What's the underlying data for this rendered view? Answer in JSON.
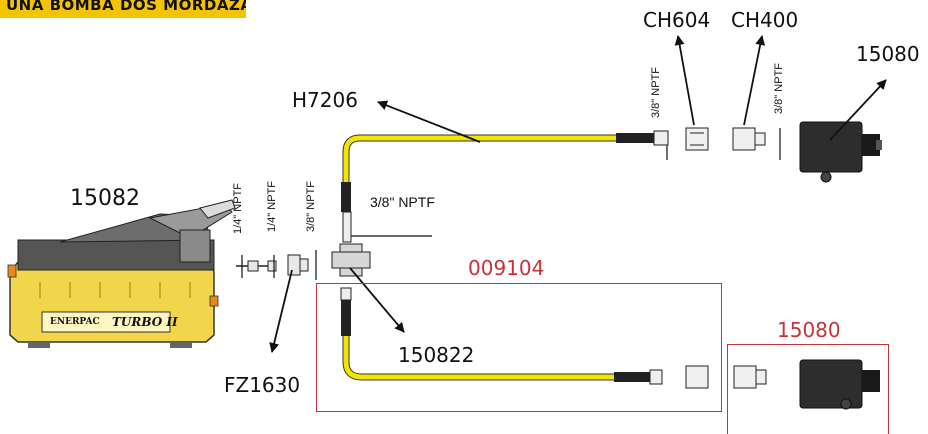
{
  "title": "UNA BOMBA DOS MORDAZAS",
  "labels": {
    "pump": "15082",
    "hose_top": "H7206",
    "coupler_1": "CH604",
    "coupler_2": "CH400",
    "head_top": "15080",
    "gauge_adapter": "FZ1630",
    "hose_bottom": "150822",
    "kit": "009104",
    "head_kit": "15080"
  },
  "threads": {
    "t1": "1/4\" NPTF",
    "t2": "1/4\" NPTF",
    "t3": "3/8\" NPTF",
    "t4": "3/8\" NPTF",
    "t5": "3/8\" NPTF",
    "t6": "3/8\" NPTF"
  },
  "pump_brand": "ENERPAC",
  "pump_model": "TURBO II",
  "colors": {
    "banner": "#f4c400",
    "hose": "#f2e600",
    "kit_box": "#c8323a",
    "pump_body": "#f1d54a"
  }
}
